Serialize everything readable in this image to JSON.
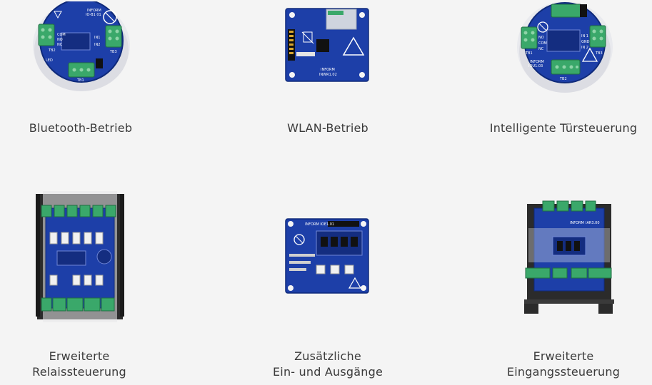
{
  "products": [
    {
      "id": "bluetooth",
      "caption_lines": [
        "Bluetooth-Betrieb"
      ],
      "board_labels": [
        "INFORM",
        "IO-B1 01",
        "COM",
        "NO",
        "NC",
        "IN1",
        "IN2",
        "LED",
        "TB1",
        "TB2",
        "TB3"
      ],
      "icon": "round-relay-board-icon"
    },
    {
      "id": "wlan",
      "caption_lines": [
        "WLAN-Betrieb"
      ],
      "board_labels": [
        "INFORM",
        "INWR1.02"
      ],
      "icon": "wifi-module-board-icon"
    },
    {
      "id": "door",
      "caption_lines": [
        "Intelligente Türsteuerung"
      ],
      "board_labels": [
        "INFORM",
        "IOU1.03",
        "NO",
        "COM",
        "NC",
        "IN 1",
        "GND",
        "IN 2",
        "TB1",
        "TB2",
        "TB3"
      ],
      "icon": "round-door-board-icon"
    },
    {
      "id": "relay",
      "caption_lines": [
        "Erweiterte",
        "Relaissteuerung"
      ],
      "board_labels": [],
      "icon": "din-rail-relay-board-icon"
    },
    {
      "id": "io",
      "caption_lines": [
        "Zusätzliche",
        "Ein- und Ausgänge"
      ],
      "board_labels": [
        "INFORM IOE1.01"
      ],
      "icon": "io-expansion-board-icon"
    },
    {
      "id": "input",
      "caption_lines": [
        "Erweiterte",
        "Eingangssteuerung"
      ],
      "board_labels": [
        "INFORM",
        "IAR3.00"
      ],
      "icon": "din-rail-input-board-icon"
    }
  ],
  "colors": {
    "background": "#f4f4f4",
    "pcb_blue": "#1d3fa8",
    "pcb_dark": "#142d80",
    "terminal_green": "#3aa86a",
    "housing_dark": "#2b2b2b",
    "housing_light": "#e8e8ea",
    "caption_text": "#3a3a3a"
  }
}
